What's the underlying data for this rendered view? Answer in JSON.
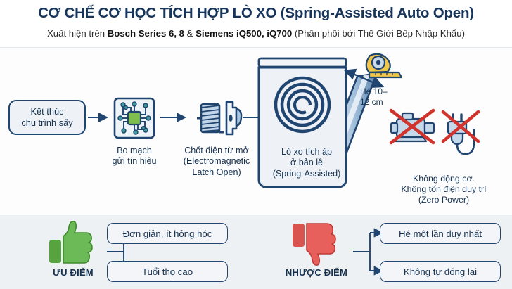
{
  "header": {
    "title": "CƠ CHẾ CƠ HỌC TÍCH HỢP LÒ XO (Spring-Assisted Auto Open)",
    "subtitle_pre": "Xuất hiện trên ",
    "subtitle_b1": "Bosch Series 6, 8",
    "subtitle_mid1": " & ",
    "subtitle_b2": "Siemens iQ500, iQ700",
    "subtitle_post": " (Phân phối bởi Thế Giới Bếp Nhập Khẩu)"
  },
  "flow": {
    "step1": {
      "line1": "Kết thúc",
      "line2": "chu trình sấy"
    },
    "step2": {
      "line1": "Bo mạch",
      "line2": "gửi tín hiệu",
      "icon": "circuit-board-icon"
    },
    "step3": {
      "line1": "Chốt điện từ mở",
      "line2": "(Electromagnetic",
      "line3": "Latch Open)",
      "icon": "solenoid-latch-icon"
    },
    "step4": {
      "line1": "Lò xo tích áp",
      "line2": "ở bản lề",
      "line3": "(Spring-Assisted)",
      "icon": "coil-spring-icon"
    },
    "gap_note": {
      "line1": "Hé 10–",
      "line2": "12 cm",
      "icon": "tape-measure-icon"
    },
    "zero_power": {
      "line1": "Không động cơ.",
      "line2": "Không tốn điện duy trì",
      "line3": "(Zero Power)",
      "icon_motor": "motor-crossed-out-icon",
      "icon_plug": "plug-crossed-out-icon"
    }
  },
  "bottom": {
    "pros": {
      "label": "ƯU ĐIỂM",
      "icon": "thumbs-up-icon",
      "items": [
        "Đơn giản, ít hỏng hóc",
        "Tuổi thọ cao"
      ]
    },
    "cons": {
      "label": "NHƯỢC ĐIỂM",
      "icon": "thumbs-down-icon",
      "items": [
        "Hé một lần duy nhất",
        "Không tự đóng lại"
      ]
    }
  },
  "colors": {
    "navy": "#1f4570",
    "deep_navy": "#17355a",
    "green": "#5aa746",
    "red": "#d9534f",
    "cross_red": "#d0342c",
    "tape_yellow": "#e8b93a",
    "chip_green": "#7fbf4d",
    "door_blue": "#b9cfe4"
  }
}
